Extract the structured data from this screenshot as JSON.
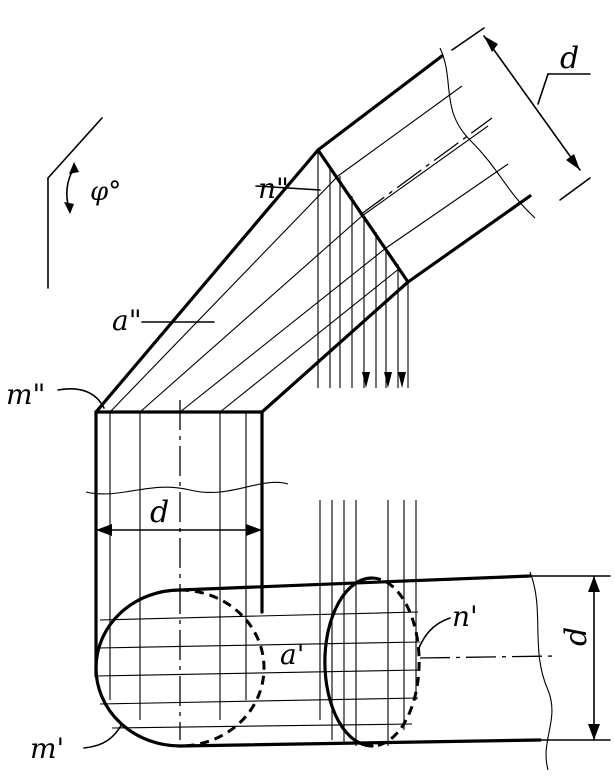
{
  "labels": {
    "d_top": "d",
    "d_mid": "d",
    "d_right": "d",
    "angle": "φ°",
    "n_front": "n\"",
    "a_front": "a\"",
    "m_front": "m\"",
    "a_top": "a'",
    "n_top": "n'",
    "m_top": "m'"
  }
}
